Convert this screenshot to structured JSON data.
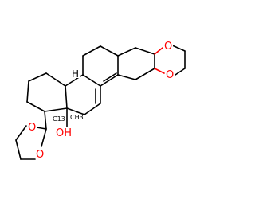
{
  "molecule": {
    "atom_labels": {
      "ketal_a_top_o": "O",
      "ketal_a_bottom_o": "O",
      "ketal_d_top_o": "O",
      "ketal_d_bottom_o": "O",
      "hydroxyl_o": "OH",
      "hydroxyl_h": "H",
      "c9_h": "H"
    },
    "stereo_labels": {
      "c13_label": "C13",
      "methyl_label": "CH3"
    },
    "colors": {
      "bond": "#000000",
      "oxygen": "#ff0000",
      "background": "#ffffff"
    }
  }
}
